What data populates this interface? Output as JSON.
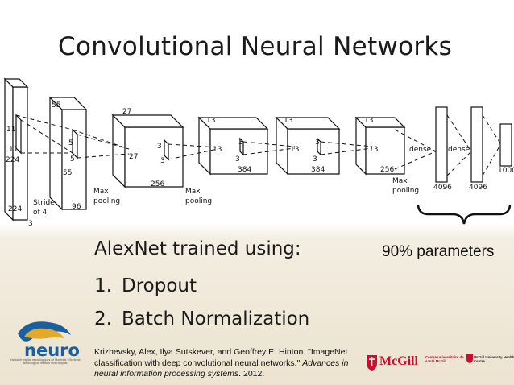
{
  "slide": {
    "title": "Convolutional Neural Networks",
    "subtitle": "AlexNet trained using:",
    "params_note": "90% parameters",
    "list": [
      {
        "num": "1.",
        "text": "Dropout"
      },
      {
        "num": "2.",
        "text": "Batch Normalization"
      }
    ],
    "citation": {
      "plain": "Krizhevsky, Alex, Ilya Sutskever, and Geoffrey E. Hinton. \"ImageNet classification with deep convolutional neural networks.\" ",
      "italic": "Advances in neural information processing systems",
      "tail": ". 2012."
    }
  },
  "diagram": {
    "labels": {
      "in_11a": "11",
      "in_11b": "11",
      "in_224a": "224",
      "in_224b": "224",
      "stride": "Stride",
      "of4": "of 4",
      "in_3": "3",
      "c1_55a": "55",
      "c1_55b": "55",
      "c1_5a": "5",
      "c1_5b": "5",
      "c1_96": "96",
      "pool1a": "Max",
      "pool1b": "pooling",
      "c2_27a": "27",
      "c2_27b": "27",
      "c2_3a": "3",
      "c2_3b": "3",
      "c2_256": "256",
      "pool2a": "Max",
      "pool2b": "pooling",
      "c3_13a": "13",
      "c3_13b": "13",
      "c3_3a": "3",
      "c3_3b": "3",
      "c3_384": "384",
      "c4_13a": "13",
      "c4_13b": "13",
      "c4_3a": "3",
      "c4_3b": "3",
      "c4_384": "384",
      "c5_13a": "13",
      "c5_13b": "13",
      "c5_256": "256",
      "pool3a": "Max",
      "pool3b": "pooling",
      "dense1": "dense",
      "dense2": "dense",
      "fc1": "4096",
      "fc2": "4096",
      "fc3": "1000"
    }
  },
  "logos": {
    "neuro": "neuro",
    "neuro_sub": "Institut et hôpital neurologiques de Montréal · Montreal Neurological Institute and Hospital",
    "mcgill": "McGill",
    "centre_fr": "Centre universitaire de santé McGill",
    "centre_en": "McGill University Health Centre"
  },
  "colors": {
    "neuro_blue": "#1a5fa0",
    "neuro_gold": "#e3a927",
    "mcgill_red": "#c8102e",
    "background_warm": "#ece3cf"
  }
}
